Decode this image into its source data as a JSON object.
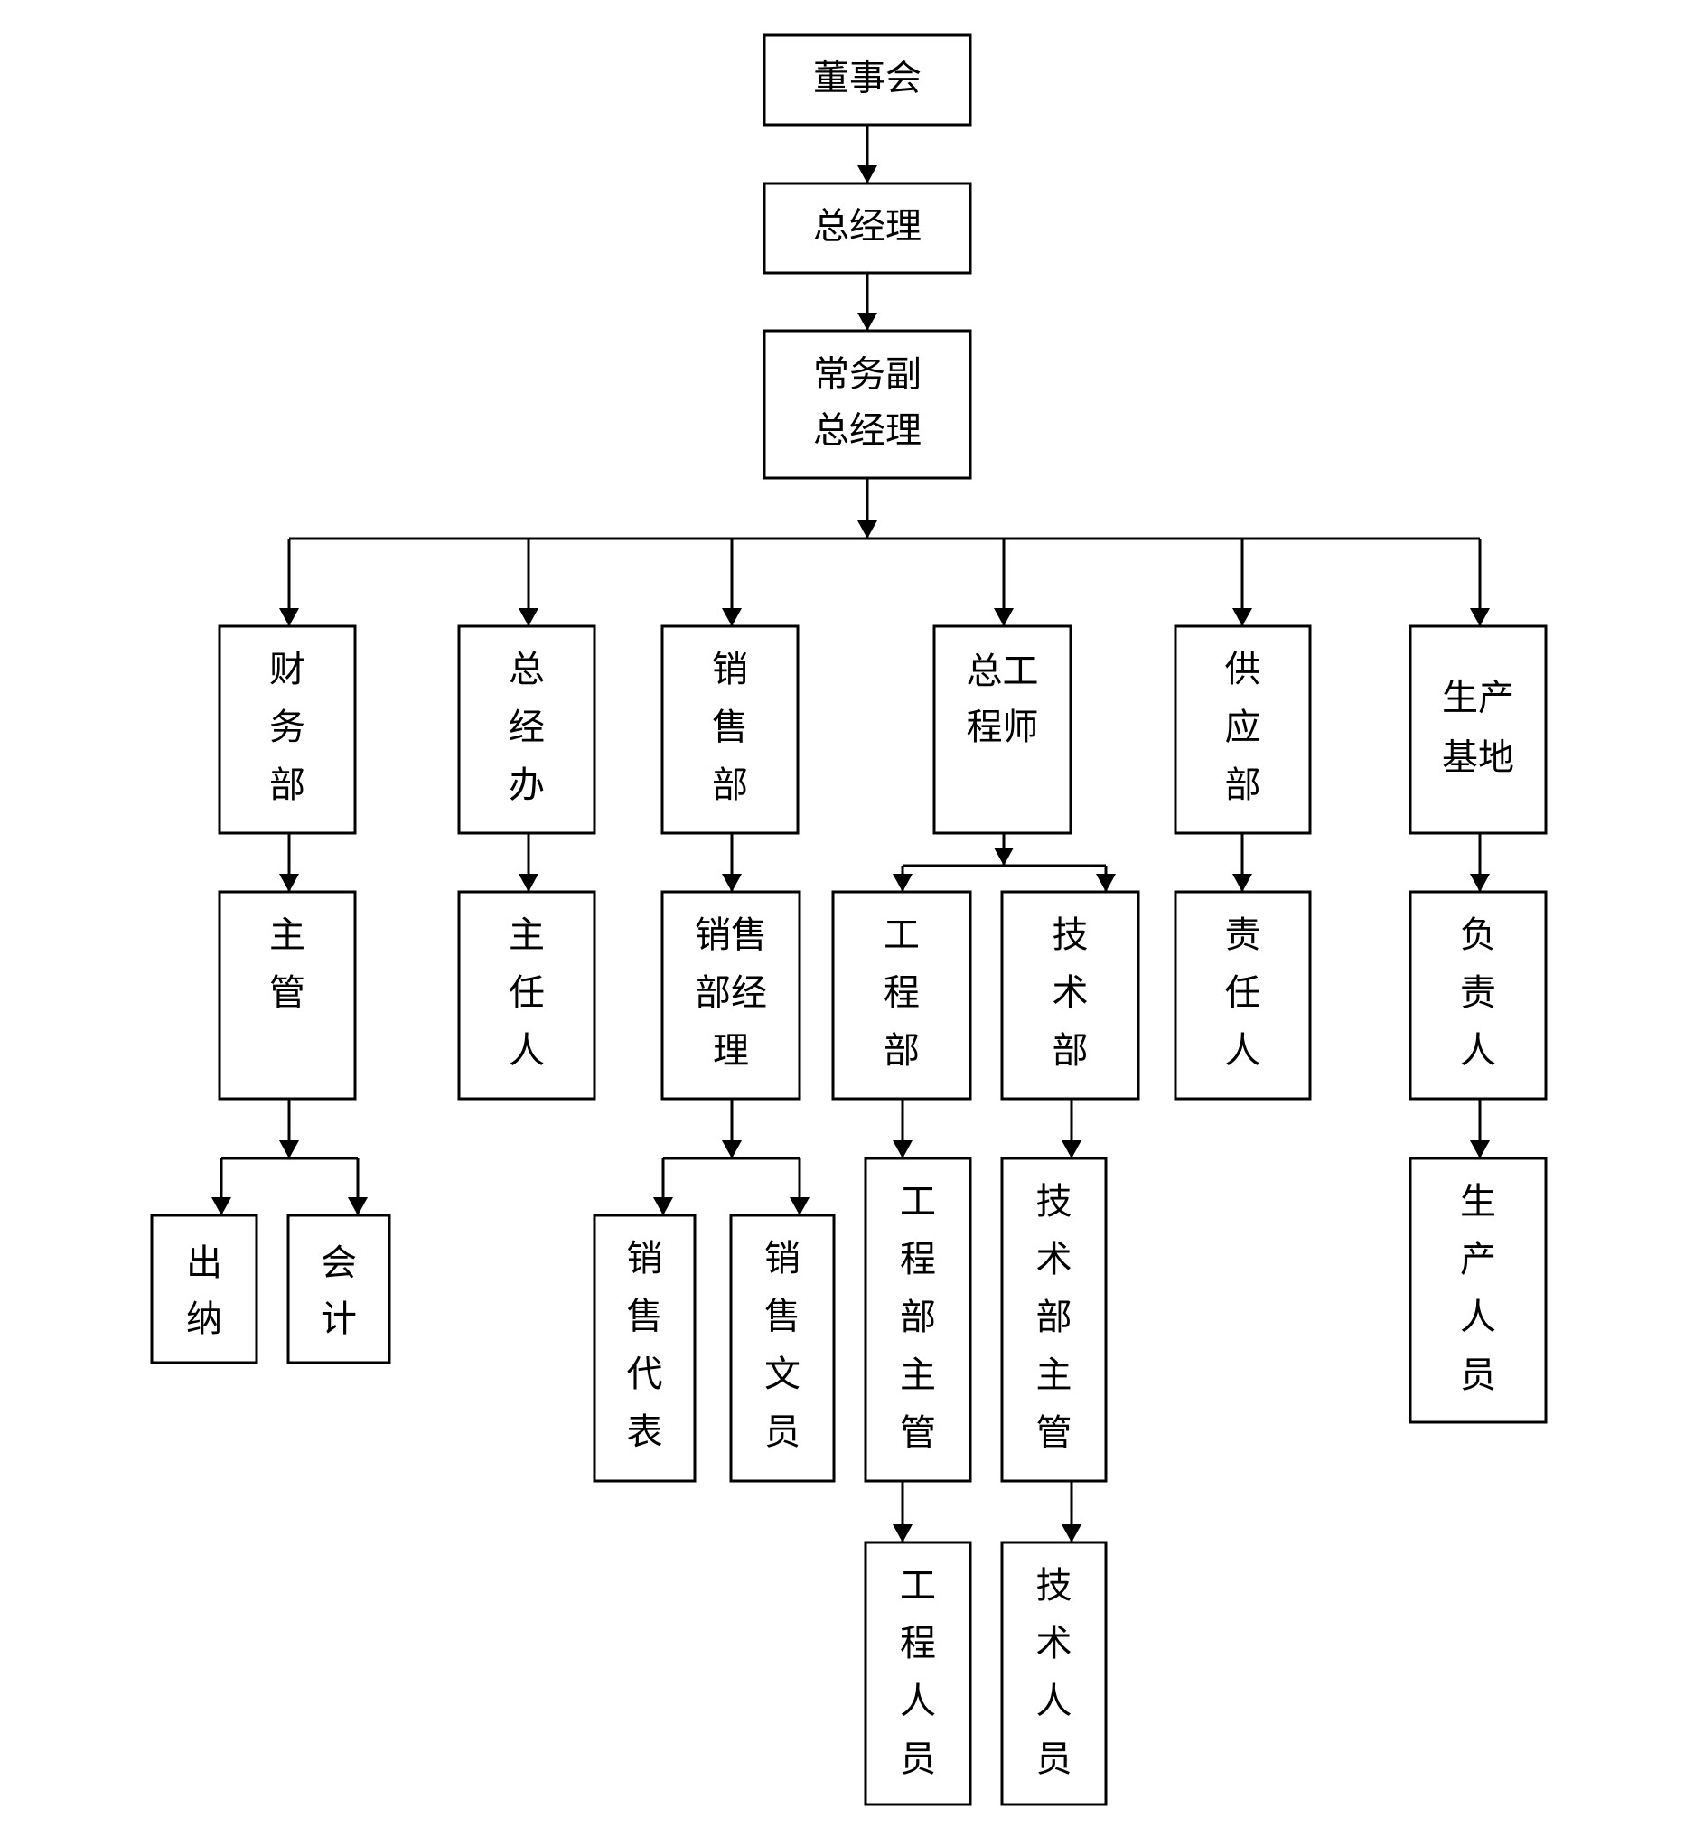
{
  "diagram": {
    "type": "org-chart",
    "nodes": {
      "board": {
        "label": "董事会",
        "lines": [
          "董事会"
        ]
      },
      "gm": {
        "label": "总经理",
        "lines": [
          "总经理"
        ]
      },
      "evp": {
        "label": "常务副总经理",
        "lines": [
          "常务副",
          "总经理"
        ]
      },
      "finance": {
        "label": "财务部",
        "lines": [
          "财",
          "务",
          "部"
        ]
      },
      "gm_office": {
        "label": "总经办",
        "lines": [
          "总",
          "经",
          "办"
        ]
      },
      "sales": {
        "label": "销售部",
        "lines": [
          "销",
          "售",
          "部"
        ]
      },
      "chief_engineer": {
        "label": "总工程师",
        "lines": [
          "总工",
          "程师"
        ]
      },
      "supply": {
        "label": "供应部",
        "lines": [
          "供",
          "应",
          "部"
        ]
      },
      "production_base": {
        "label": "生产基地",
        "lines": [
          "生产",
          "基地"
        ]
      },
      "finance_supervisor": {
        "label": "主管",
        "lines": [
          "主",
          "管"
        ]
      },
      "office_director": {
        "label": "主任人",
        "lines": [
          "主",
          "任",
          "人"
        ]
      },
      "sales_manager": {
        "label": "销售部经理",
        "lines": [
          "销售",
          "部经",
          "理"
        ]
      },
      "engineering": {
        "label": "工程部",
        "lines": [
          "工",
          "程",
          "部"
        ]
      },
      "technology": {
        "label": "技术部",
        "lines": [
          "技",
          "术",
          "部"
        ]
      },
      "supply_owner": {
        "label": "责任人",
        "lines": [
          "责",
          "任",
          "人"
        ]
      },
      "production_head": {
        "label": "负责人",
        "lines": [
          "负",
          "责",
          "人"
        ]
      },
      "cashier": {
        "label": "出纳",
        "lines": [
          "出",
          "纳"
        ]
      },
      "accountant": {
        "label": "会计",
        "lines": [
          "会",
          "计"
        ]
      },
      "sales_rep": {
        "label": "销售代表",
        "lines": [
          "销",
          "售",
          "代",
          "表"
        ]
      },
      "sales_clerk": {
        "label": "销售文员",
        "lines": [
          "销",
          "售",
          "文",
          "员"
        ]
      },
      "eng_supervisor": {
        "label": "工程部主管",
        "lines": [
          "工",
          "程",
          "部",
          "主",
          "管"
        ]
      },
      "tech_supervisor": {
        "label": "技术部主管",
        "lines": [
          "技",
          "术",
          "部",
          "主",
          "管"
        ]
      },
      "production_staff": {
        "label": "生产人员",
        "lines": [
          "生",
          "产",
          "人",
          "员"
        ]
      },
      "eng_staff": {
        "label": "工程人员",
        "lines": [
          "工",
          "程",
          "人",
          "员"
        ]
      },
      "tech_staff": {
        "label": "技术人员",
        "lines": [
          "技",
          "术",
          "人",
          "员"
        ]
      }
    },
    "edges": [
      [
        "board",
        "gm"
      ],
      [
        "gm",
        "evp"
      ],
      [
        "evp",
        "finance"
      ],
      [
        "evp",
        "gm_office"
      ],
      [
        "evp",
        "sales"
      ],
      [
        "evp",
        "chief_engineer"
      ],
      [
        "evp",
        "supply"
      ],
      [
        "evp",
        "production_base"
      ],
      [
        "finance",
        "finance_supervisor"
      ],
      [
        "finance_supervisor",
        "cashier"
      ],
      [
        "finance_supervisor",
        "accountant"
      ],
      [
        "gm_office",
        "office_director"
      ],
      [
        "sales",
        "sales_manager"
      ],
      [
        "sales_manager",
        "sales_rep"
      ],
      [
        "sales_manager",
        "sales_clerk"
      ],
      [
        "chief_engineer",
        "engineering"
      ],
      [
        "chief_engineer",
        "technology"
      ],
      [
        "engineering",
        "eng_supervisor"
      ],
      [
        "eng_supervisor",
        "eng_staff"
      ],
      [
        "technology",
        "tech_supervisor"
      ],
      [
        "tech_supervisor",
        "tech_staff"
      ],
      [
        "supply",
        "supply_owner"
      ],
      [
        "production_base",
        "production_head"
      ],
      [
        "production_head",
        "production_staff"
      ]
    ]
  }
}
